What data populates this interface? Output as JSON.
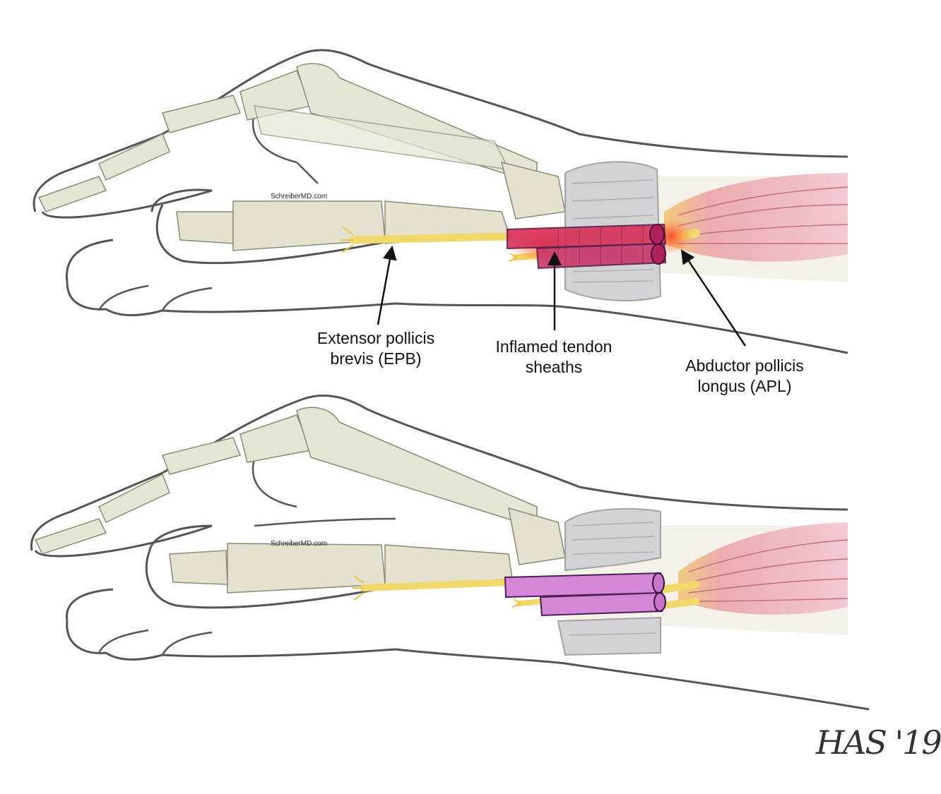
{
  "labels": {
    "epb": [
      "Extensor pollicis",
      "brevis (EPB)"
    ],
    "sheaths": [
      "Inflamed tendon",
      "sheaths"
    ],
    "apl": [
      "Abductor pollicis",
      "longus (APL)"
    ]
  },
  "watermark": "SchreiberMD.com",
  "signature": "HAS '19",
  "colors": {
    "outline": "#555555",
    "bone": "#e4e2cf",
    "tendon": "#f3df7a",
    "sheath": "#c86bc6",
    "sheath_inflamed": "#d02a4e",
    "inflammation": "#e8552a",
    "muscle": "#e79aa9",
    "retinaculum": "#c9c9cc"
  }
}
